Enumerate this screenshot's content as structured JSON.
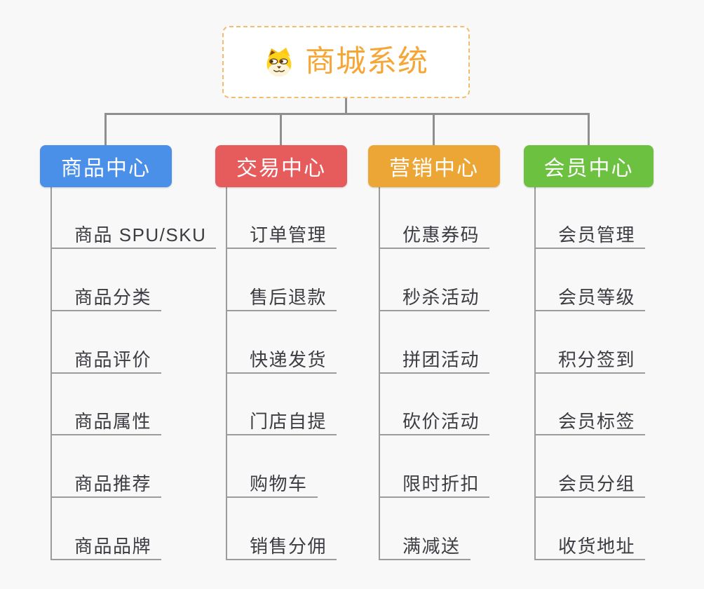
{
  "app": {
    "background_color": "#F8F8F8",
    "connector_color": "#8F8F8F",
    "child_line_color": "#9C9C9C"
  },
  "root": {
    "title": "商城系统",
    "icon": "shiba-dog-icon",
    "title_color": "#F5A635",
    "border_color": "#F2BE6E"
  },
  "branches": [
    {
      "label": "商品中心",
      "color": "#4A8FE8",
      "children": [
        "商品 SPU/SKU",
        "商品分类",
        "商品评价",
        "商品属性",
        "商品推荐",
        "商品品牌"
      ]
    },
    {
      "label": "交易中心",
      "color": "#E65C5C",
      "children": [
        "订单管理",
        "售后退款",
        "快递发货",
        "门店自提",
        "购物车",
        "销售分佣"
      ]
    },
    {
      "label": "营销中心",
      "color": "#EBA636",
      "children": [
        "优惠券码",
        "秒杀活动",
        "拼团活动",
        "砍价活动",
        "限时折扣",
        "满减送"
      ]
    },
    {
      "label": "会员中心",
      "color": "#6DC141",
      "children": [
        "会员管理",
        "会员等级",
        "积分签到",
        "会员标签",
        "会员分组",
        "收货地址"
      ]
    }
  ]
}
